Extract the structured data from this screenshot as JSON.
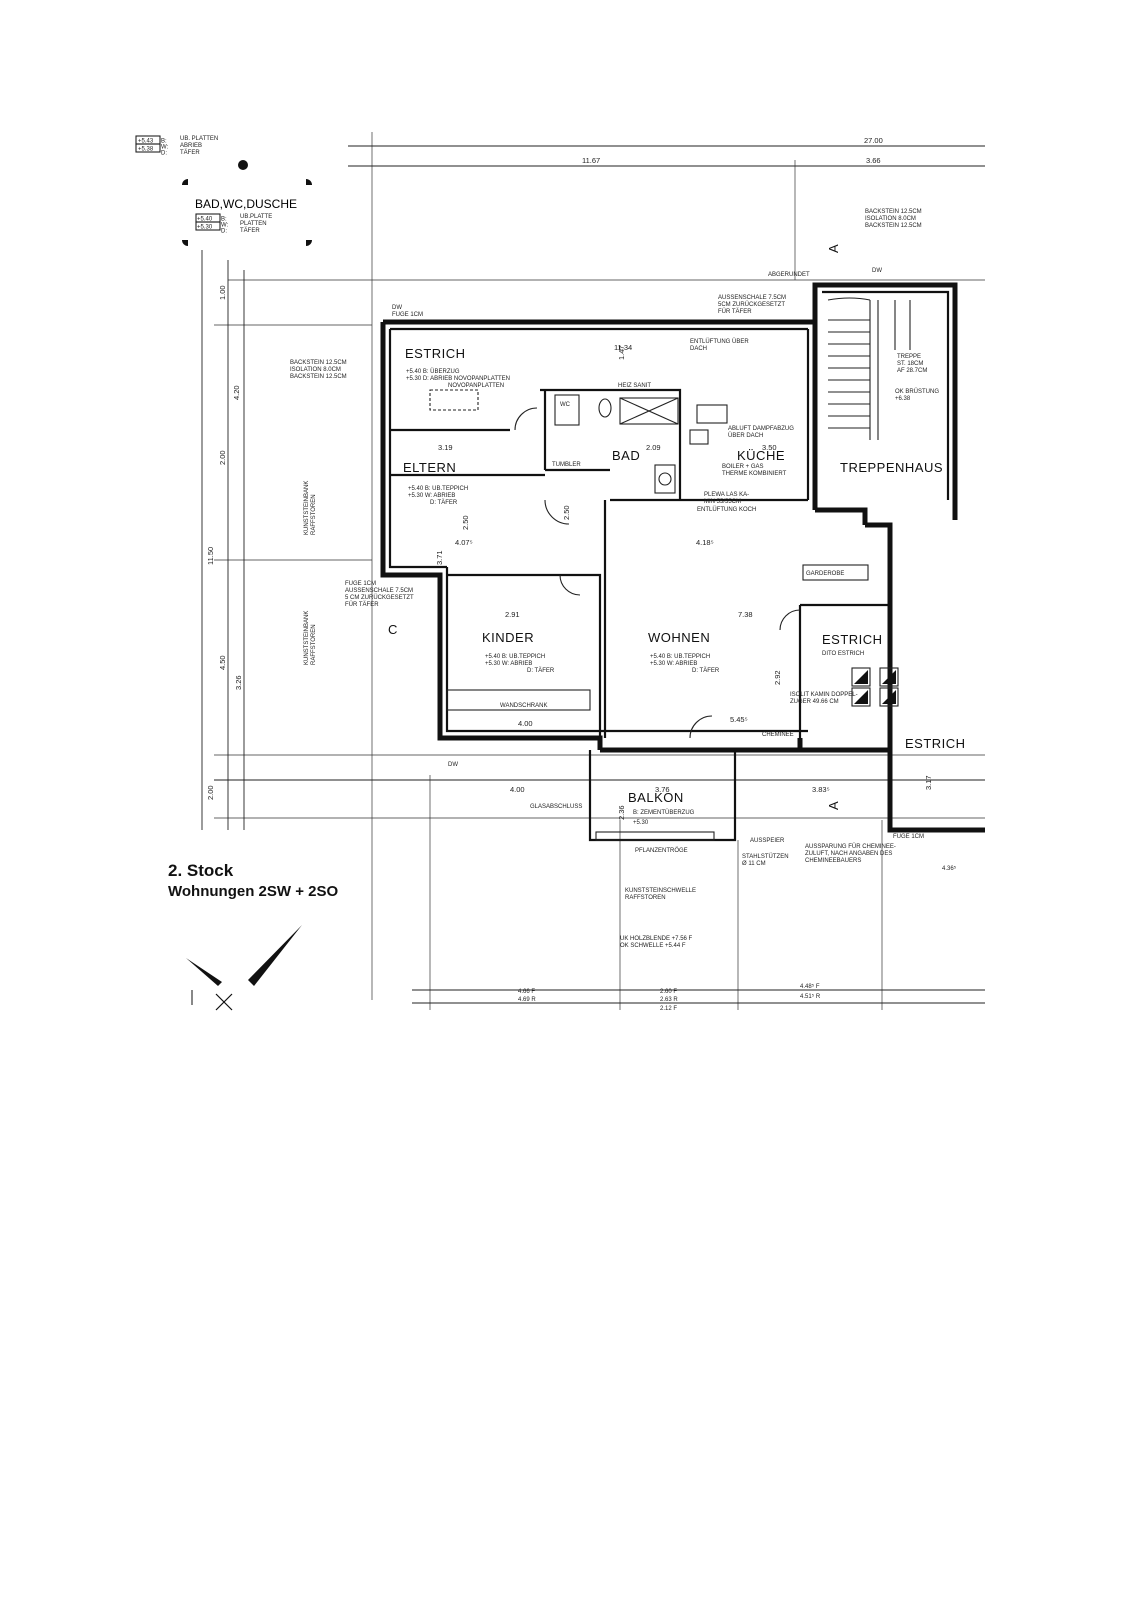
{
  "title": "2. Stock",
  "subtitle": "Wohnungen 2SW + 2SO",
  "legend_top": {
    "rows": [
      {
        "level": "+5.43",
        "code": "B:",
        "text": "UB. PLATTEN"
      },
      {
        "level": "+5.38",
        "code": "W:",
        "text": "ABRIEB"
      },
      {
        "level": "",
        "code": "D:",
        "text": "TÄFER"
      }
    ]
  },
  "legend_bad": {
    "label": "BAD,WC,DUSCHE",
    "rows": [
      {
        "level": "+5.40",
        "code": "B:",
        "text": "UB.PLATTE"
      },
      {
        "level": "+5.30",
        "code": "W:",
        "text": "PLATTEN"
      },
      {
        "level": "",
        "code": "D:",
        "text": "TÄFER"
      }
    ]
  },
  "rooms": {
    "estrich_nw": "ESTRICH",
    "eltern": "ELTERN",
    "bad": "BAD",
    "kuche": "KÜCHE",
    "treppenhaus": "TREPPENHAUS",
    "kinder": "KINDER",
    "wohnen": "WOHNEN",
    "estrich_e": "ESTRICH",
    "estrich_se": "ESTRICH",
    "balkon": "BALKON"
  },
  "room_notes": {
    "estrich_nw": [
      "+5.40 B: ÜBERZUG",
      "+5.30 D: ABRIEB NOVOPANPLATTEN",
      "NOVOPANPLATTEN"
    ],
    "eltern": [
      "+5.40 B: UB.TEPPICH",
      "+5.30 W: ABRIEB",
      "D: TÄFER"
    ],
    "kinder": [
      "+5.40 B: UB.TEPPICH",
      "+5.30 W: ABRIEB",
      "D: TÄFER"
    ],
    "wohnen": [
      "+5.40 B: UB.TEPPICH",
      "+5.30 W: ABRIEB",
      "D: TÄFER"
    ],
    "estrich_e": [
      "DITO ESTRICH"
    ],
    "balkon": [
      "B: ZEMENTÜBERZUG",
      "+5.30"
    ]
  },
  "annotations": {
    "wall_layers": [
      "BACKSTEIN 12.5CM",
      "ISOLATION 8.0CM",
      "BACKSTEIN 12.5CM"
    ],
    "aussenschale_top": [
      "AUSSENSCHALE 7.5CM",
      "5CM ZURÜCKGESETZT",
      "FÜR TÄFER"
    ],
    "aussenschale_left": [
      "AUSSENSCHALE 7.5CM",
      "5 CM ZURÜCKGESETZT",
      "FÜR TÄFER"
    ],
    "entluftung": [
      "ENTLÜFTUNG ÜBER",
      "DACH"
    ],
    "abluft": [
      "ABLUFT DAMPFABZUG",
      "ÜBER DACH"
    ],
    "boiler": [
      "BOILER + GAS",
      "THERME KOMBINIERT"
    ],
    "plewa": [
      "PLEWA LAS KA-",
      "MIN 55/55CM"
    ],
    "entluftung_koch": "ENTLÜFTUNG KOCH",
    "abgerundet": "ABGERUNDET",
    "treppe": [
      "TREPPE",
      "ST. 18CM",
      "AF 28.7CM"
    ],
    "brustung": [
      "OK BRÜSTUNG",
      "+6.38"
    ],
    "fuge_top": "FUGE 1CM",
    "fuge_left": "FUGE 1CM",
    "fuge_bottom": "FUGE 1CM",
    "garderobe": "GARDEROBE",
    "wandschrank": "WANDSCHRANK",
    "cheminee": "CHEMINEE",
    "glasabschluss": "GLASABSCHLUSS",
    "pflanzentroege": "PFLANZENTRÖGE",
    "ausspeier": "AUSSPEIER",
    "stahlstuetzen": [
      "STAHLSTÜTZEN",
      "Ø 11 CM"
    ],
    "aussparung": [
      "AUSSPARUNG FÜR CHEMINEE-",
      "ZULUFT, NACH ANGABEN DES",
      "CHEMINEEBAUERS"
    ],
    "kunststeinschwelle": [
      "KUNSTSTEINSCHWELLE",
      "RAFFSTOREN"
    ],
    "holzblende": [
      "UK HOLZBLENDE +7.56 F",
      "OK SCHWELLE +5.44 F"
    ],
    "kunststeinbank": [
      "KUNSTSTEINBANK",
      "RAFFSTOREN"
    ],
    "isolit": [
      "ISOLIT KAMIN DOPPEL-",
      "ZUGER 49.66 CM"
    ],
    "wc": "WC",
    "heiz_sanit": "HEIZ   SANIT",
    "tumbler": "TUMBLER"
  },
  "dimensions": {
    "overall": "27.00",
    "west_width": "11.67",
    "east_width": "3.66",
    "height_total": "11.50",
    "d_420": "4.20",
    "d_200": "2.00",
    "d_450": "4.50",
    "d_200b": "2.00",
    "d_100": "1.00",
    "d_326": "3.26",
    "d_319": "3.19",
    "d_209": "2.09",
    "d_350": "3.50",
    "d_407": "4.07⁵",
    "d_418": "4.18⁵",
    "d_291": "2.91",
    "d_738": "7.38",
    "d_400": "4.00",
    "d_400b": "4.00",
    "d_376": "3.76",
    "d_545": "5.45⁵",
    "d_383": "3.83⁵",
    "d_1134": "11.34",
    "d_147": "1.47",
    "d_236": "2.36",
    "d_292": "2.92",
    "d_250": "2.50",
    "d_250b": "2.50",
    "d_371": "3.71",
    "d_317": "3.17",
    "bottom_1": "4.66 F",
    "bottom_1b": "4.69 R",
    "bottom_2": "2.60 F",
    "bottom_2b": "2.63 R",
    "bottom_2c": "2.12 F",
    "bottom_3": "4.48⁵ F",
    "bottom_3b": "4.51⁵ R",
    "d_436": "4.36⁵"
  },
  "markers": {
    "section_a": "A",
    "section_c": "C",
    "dw": "DW"
  }
}
